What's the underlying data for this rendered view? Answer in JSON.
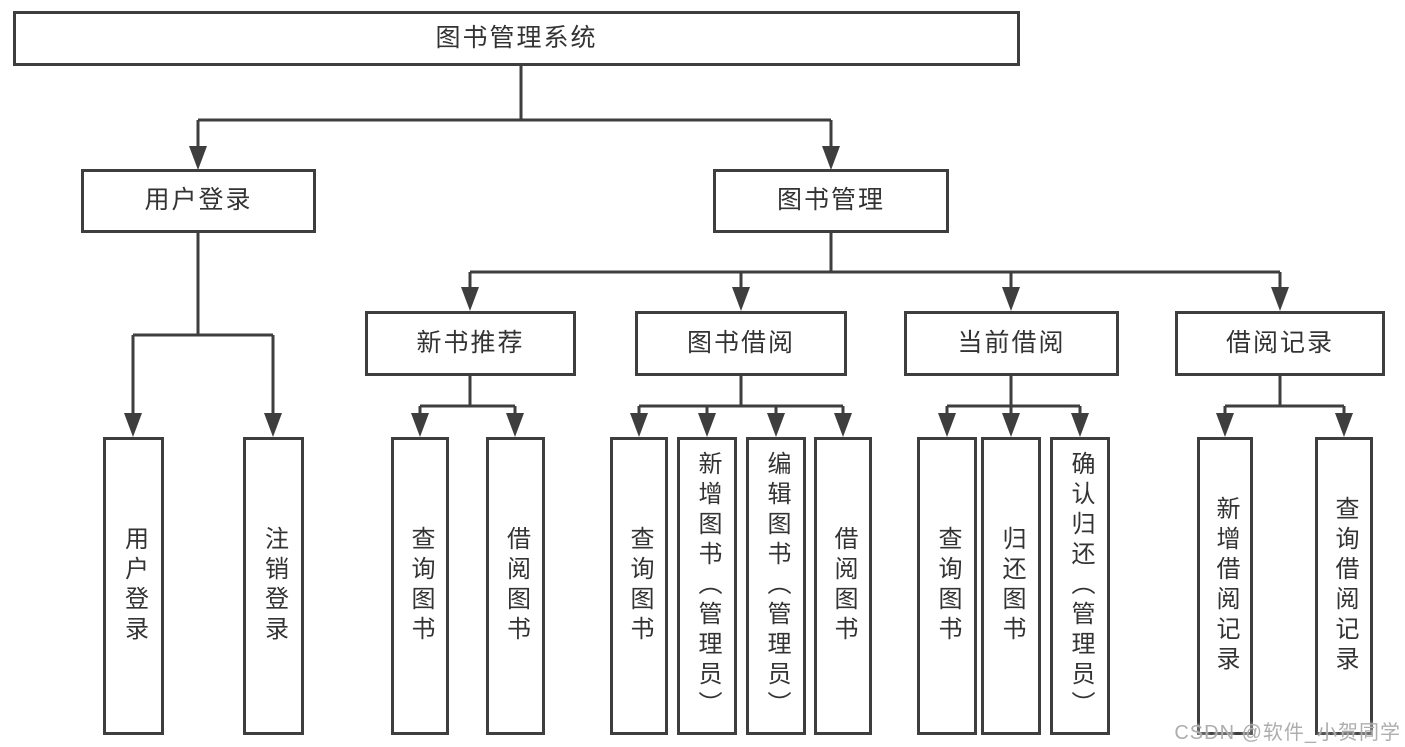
{
  "tree": {
    "root": {
      "label": "图书管理系统",
      "children": [
        {
          "label": "用户登录",
          "children": [
            {
              "label": "用户登录"
            },
            {
              "label": "注销登录"
            }
          ]
        },
        {
          "label": "图书管理",
          "children": [
            {
              "label": "新书推荐",
              "children": [
                {
                  "label": "查询图书"
                },
                {
                  "label": "借阅图书"
                }
              ]
            },
            {
              "label": "图书借阅",
              "children": [
                {
                  "label": "查询图书"
                },
                {
                  "label": "新增图书（管理员）"
                },
                {
                  "label": "编辑图书（管理员）"
                },
                {
                  "label": "借阅图书"
                }
              ]
            },
            {
              "label": "当前借阅",
              "children": [
                {
                  "label": "查询图书"
                },
                {
                  "label": "归还图书"
                },
                {
                  "label": "确认归还（管理员）"
                }
              ]
            },
            {
              "label": "借阅记录",
              "children": [
                {
                  "label": "新增借阅记录"
                },
                {
                  "label": "查询借阅记录"
                }
              ]
            }
          ]
        }
      ]
    }
  },
  "watermark": {
    "text": "CSDN @软件_小贺同学"
  },
  "colors": {
    "line": "#3e3e3e",
    "text": "#333333",
    "background": "#ffffff",
    "watermark": "#aeaeae"
  }
}
